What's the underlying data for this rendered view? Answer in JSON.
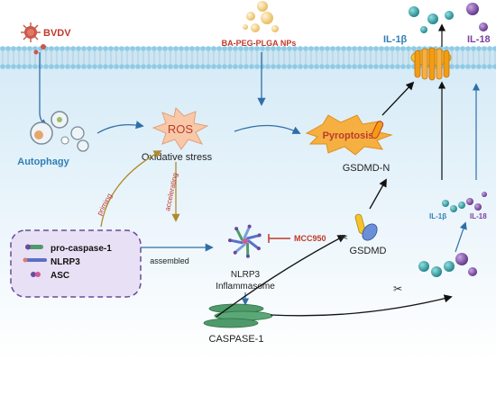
{
  "labels": {
    "bvdv": "BVDV",
    "nps": "BA-PEG-PLGA NPs",
    "il1b_top": "IL-1β",
    "il18_top": "IL-18",
    "autophagy": "Autophagy",
    "ros": "ROS",
    "oxidative_stress": "Oxidative stress",
    "pyroptosis": "Pyroptosis",
    "gsdmd_n": "GSDMD-N",
    "gsdmd": "GSDMD",
    "priming": "priming",
    "accelerating": "accelerating",
    "assembled": "assembled",
    "mcc950": "MCC950",
    "nlrp3_inflammasome_1": "NLRP3",
    "nlrp3_inflammasome_2": "Inflammasome",
    "caspase1": "CASPASE-1",
    "il1b_small": "IL-1β",
    "il18_small": "IL-18"
  },
  "components_box": {
    "items": [
      {
        "label": "pro-caspase-1",
        "icon": "pro-caspase-1-icon"
      },
      {
        "label": "NLRP3",
        "icon": "nlrp3-icon"
      },
      {
        "label": "ASC",
        "icon": "asc-icon"
      }
    ]
  },
  "colors": {
    "membrane_head": "#8ecbe6",
    "membrane_tail": "#cfe6f2",
    "cytoplasm": "#e3f1fa",
    "blue_label": "#2f7fb5",
    "purple_label": "#7b3fa0",
    "red_label": "#c0392b",
    "ros_burst": "#f7c9a8",
    "pyroptosis_burst": "#f5b041",
    "box_fill": "#e8e0f5",
    "box_border": "#6a4a9c",
    "caspase": "#4f9a6a",
    "il1b_particle": "#2a9d9f",
    "il18_particle": "#7d4aa0"
  }
}
